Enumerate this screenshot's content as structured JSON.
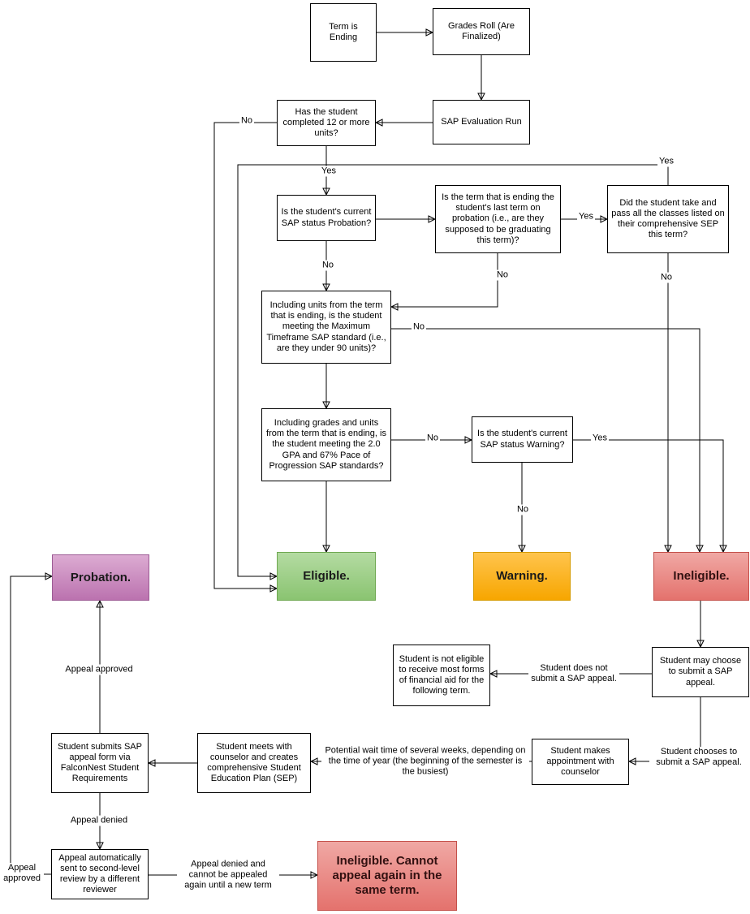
{
  "nodes": {
    "term_ending": "Term is Ending",
    "grades_roll": "Grades Roll (Are Finalized)",
    "sap_eval": "SAP Evaluation Run",
    "units_12": "Has the student completed 12 or more units?",
    "probation_q": "Is the student's current SAP status Probation?",
    "last_term_q": "Is the term that is ending the student's last term on probation (i.e., are they supposed to be graduating this term)?",
    "sep_q": "Did the student take and pass all the classes listed on their comprehensive SEP this term?",
    "maxtime_q": "Including units from the term that is ending, is the student meeting the Maximum Timeframe SAP standard (i.e., are they under 90 units)?",
    "gpa_q": "Including grades and units from the term that is ending, is the student meeting the 2.0 GPA and 67% Pace of Progression SAP standards?",
    "warning_q": "Is the student's current SAP status Warning?",
    "probation": "Probation.",
    "eligible": "Eligible.",
    "warning": "Warning.",
    "ineligible": "Ineligible.",
    "may_choose": "Student may choose to submit a SAP appeal.",
    "not_eligible": "Student is not eligible to receive most forms of financial aid for the following term.",
    "appointment": "Student makes appointment with counselor",
    "meets_counselor": "Student meets with counselor and creates comprehensive Student Education Plan (SEP)",
    "submits_appeal": "Student submits SAP appeal form via FalconNest Student Requirements",
    "second_level": "Appeal automatically sent to second-level review by a different reviewer",
    "cannot_appeal": "Ineligible. Cannot appeal again in the same term."
  },
  "edge_labels": {
    "units_no": "No",
    "units_yes": "Yes",
    "probation_no": "No",
    "lastterm_yes": "Yes",
    "lastterm_no": "No",
    "sep_yes": "Yes",
    "sep_no": "No",
    "maxtime_no": "No",
    "gpa_no": "No",
    "warning_yes": "Yes",
    "warning_no": "No",
    "appeal_approved_up": "Appeal approved",
    "no_appeal": "Student does not submit a SAP appeal.",
    "chooses_appeal": "Student chooses to submit a SAP appeal.",
    "wait_time": "Potential wait time of several weeks, depending on the time of year (the beginning of the semester is the busiest)",
    "appeal_denied": "Appeal denied",
    "appeal_approved_left": "Appeal approved",
    "denied_new_term": "Appeal denied and cannot be appealed again until a new term"
  },
  "colors": {
    "node_fill": "#FFFFFF",
    "node_border": "#000000",
    "connector": "#000000",
    "probation_fill": "#BB72AF",
    "probation_border": "#9C5B94",
    "eligible_fill": "#8AC471",
    "eligible_border": "#6FA851",
    "warning_fill": "#F7A600",
    "warning_border": "#D79B00",
    "ineligible_fill": "#E4726D",
    "ineligible_border": "#C4504A"
  }
}
